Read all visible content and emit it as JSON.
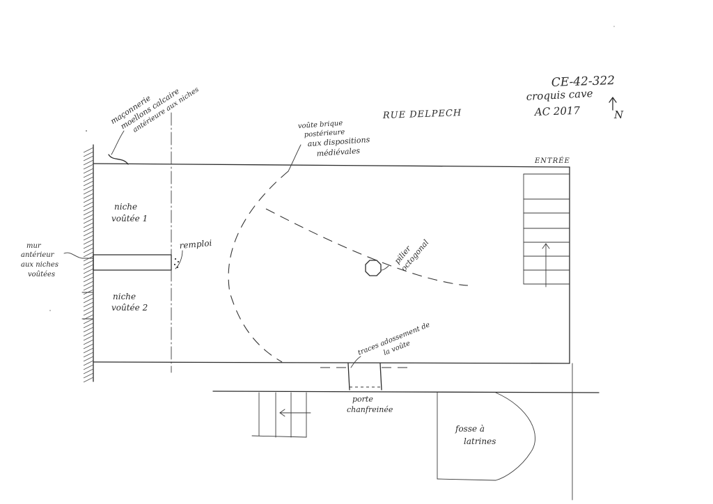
{
  "header": {
    "reference": "CE-42-322",
    "subtitle": "croquis cave",
    "author_date": "AC 2017",
    "north_label": "N"
  },
  "street_label": "RUE DELPECH",
  "entrance_label": "ENTRÉE",
  "annotations": {
    "masonry": [
      "maçonnerie",
      "moellons calcaire",
      "antérieure aux niches"
    ],
    "vault": [
      "voûte brique",
      "postérieure",
      "aux dispositions",
      "médiévales"
    ],
    "niche_1": [
      "niche",
      "voûtée 1"
    ],
    "niche_2": [
      "niche",
      "voûtée 2"
    ],
    "front_wall": [
      "mur",
      "antérieur",
      "aux niches",
      "voûtées"
    ],
    "reuse": "remploi",
    "pillar": [
      "pilier",
      "octogonal"
    ],
    "vault_traces": [
      "traces adossement de",
      "la voûte"
    ],
    "door": [
      "porte",
      "chanfreinée"
    ],
    "latrine_pit": [
      "fosse à",
      "latrines"
    ]
  },
  "icons": {
    "north_arrow": "north-arrow-icon",
    "stair_arrow": "up-arrow-icon",
    "lower_stair_arrow": "left-arrow-icon"
  }
}
